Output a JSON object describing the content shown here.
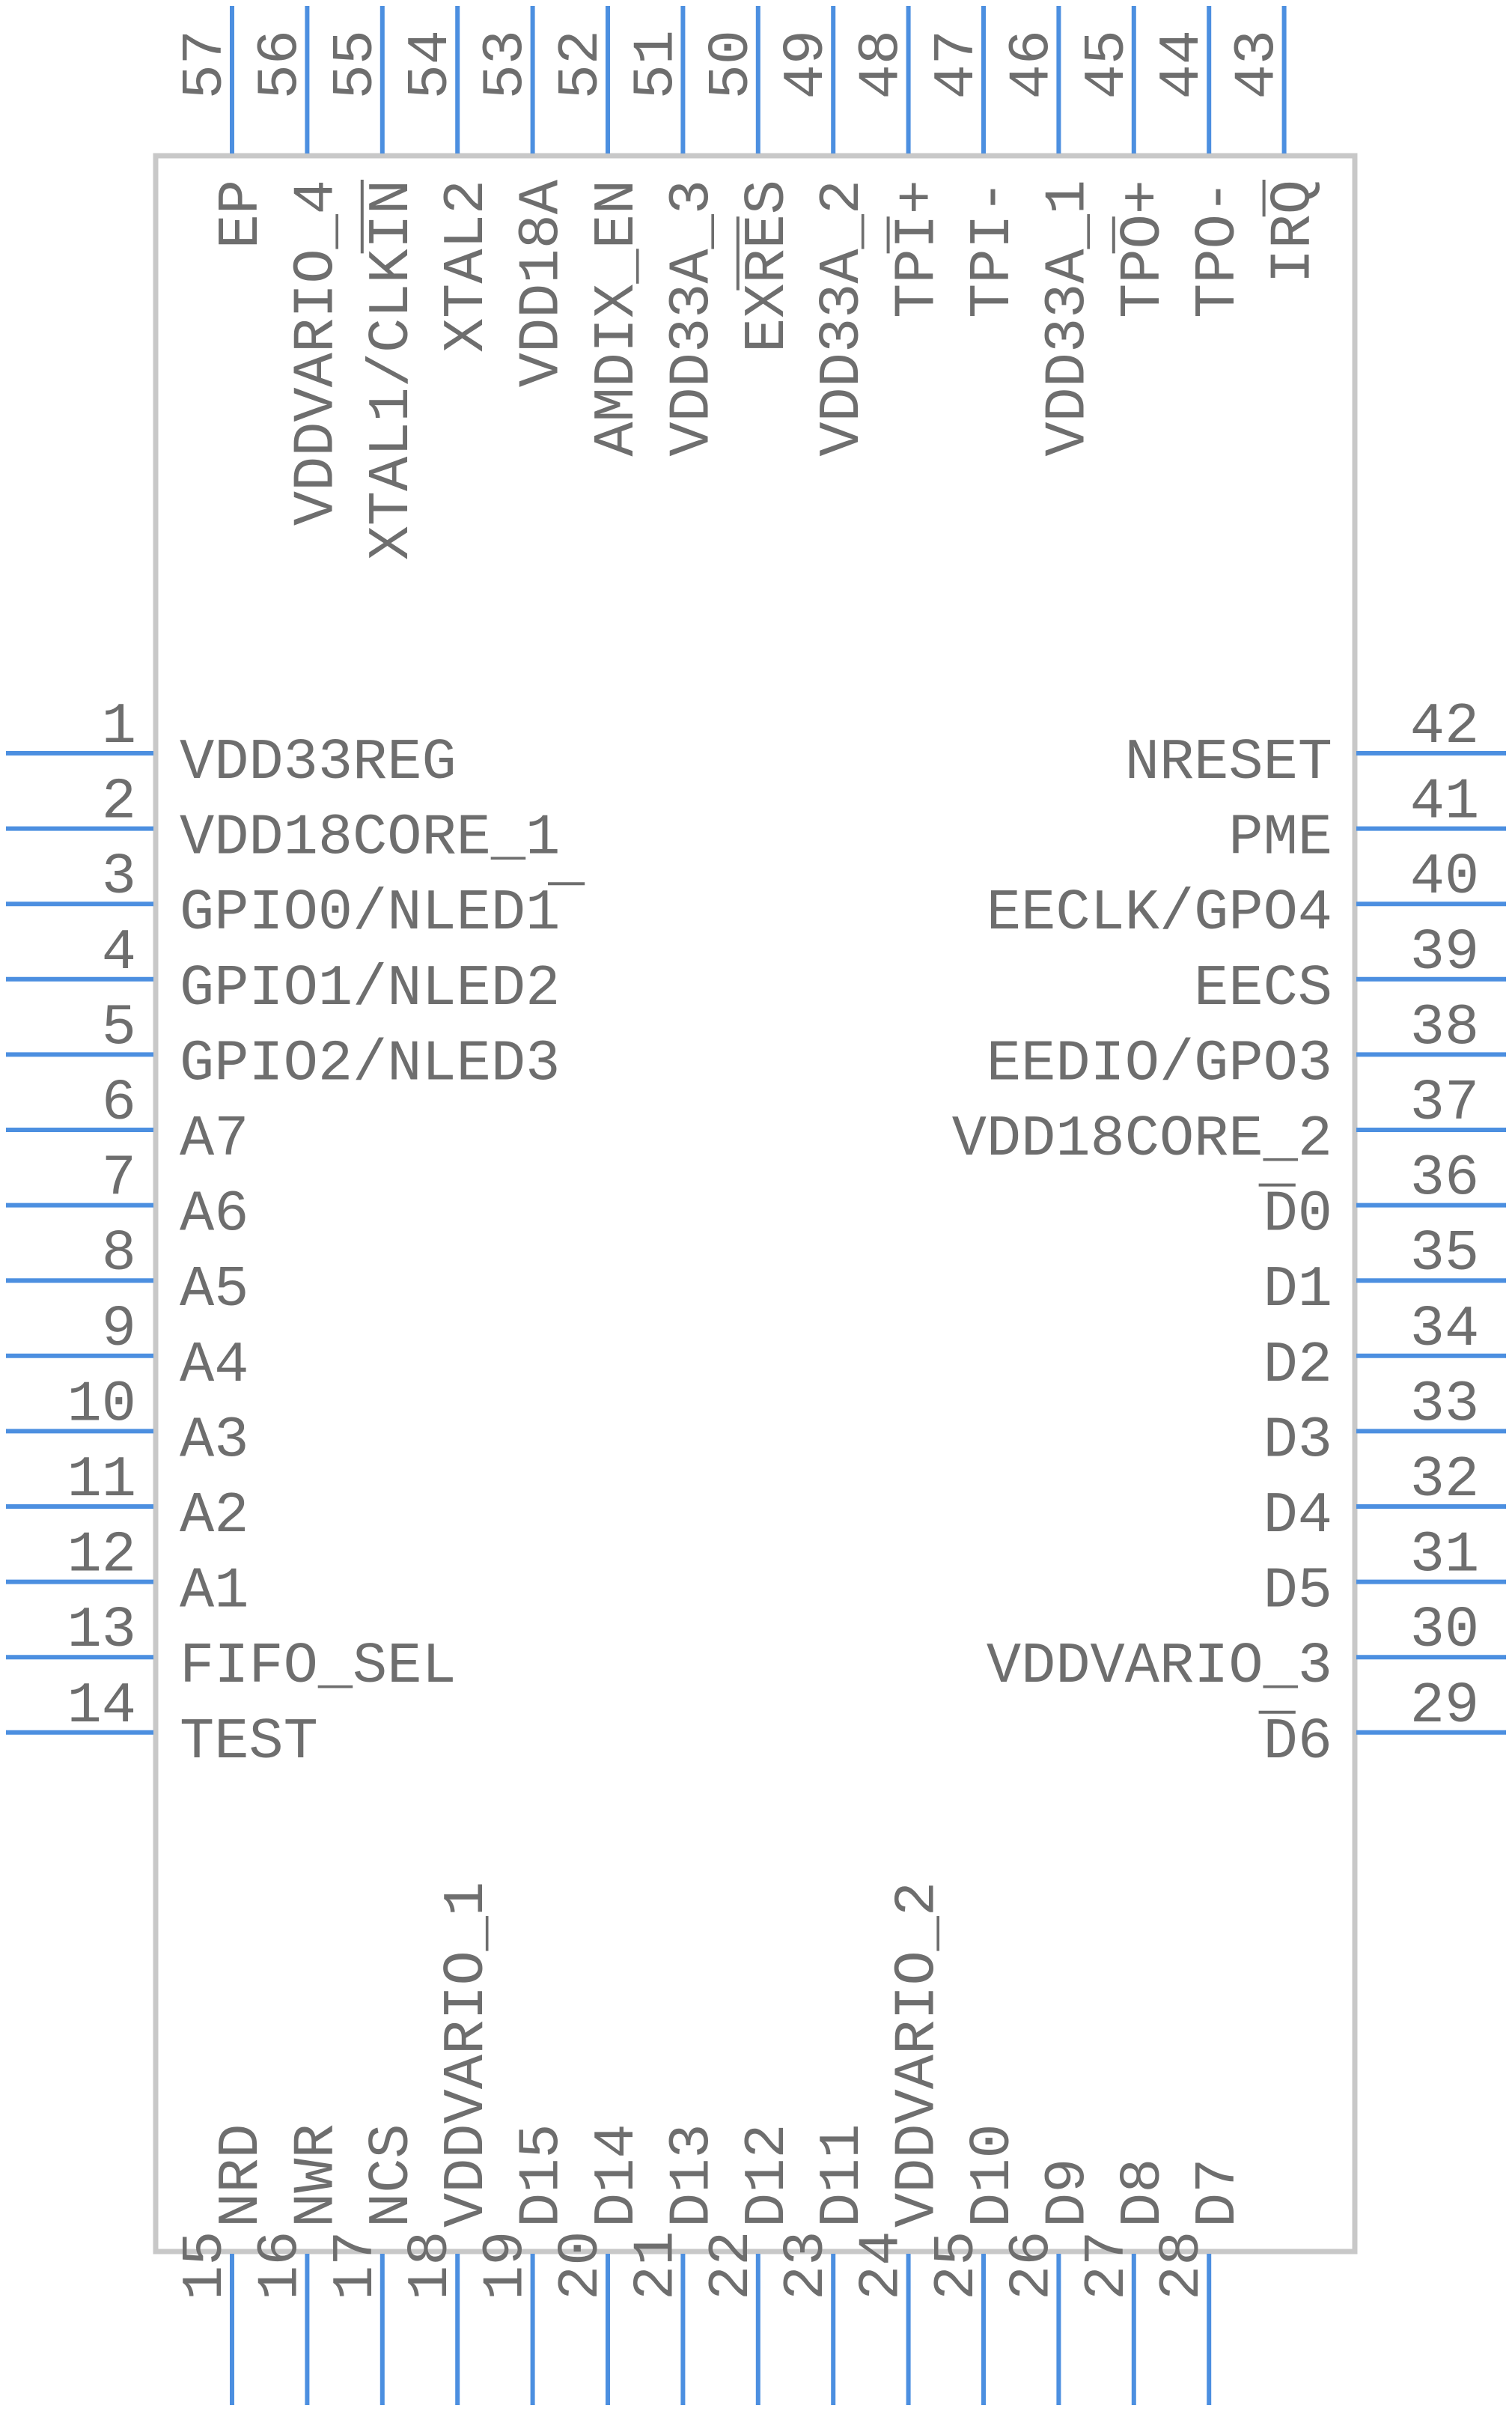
{
  "colors": {
    "pin": "#4c8fe0",
    "outline": "#c8c8c8",
    "text": "#6e6e6e"
  },
  "left_pins": [
    {
      "num": "1",
      "label": "VDD33REG"
    },
    {
      "num": "2",
      "label": "VDD18CORE_1"
    },
    {
      "num": "3",
      "label": "GPIO0/NLED1"
    },
    {
      "num": "4",
      "label": "GPIO1/NLED2"
    },
    {
      "num": "5",
      "label": "GPIO2/NLED3"
    },
    {
      "num": "6",
      "label": "A7"
    },
    {
      "num": "7",
      "label": "A6"
    },
    {
      "num": "8",
      "label": "A5"
    },
    {
      "num": "9",
      "label": "A4"
    },
    {
      "num": "10",
      "label": "A3"
    },
    {
      "num": "11",
      "label": "A2"
    },
    {
      "num": "12",
      "label": "A1"
    },
    {
      "num": "13",
      "label": "FIFO_SEL"
    },
    {
      "num": "14",
      "label": "TEST"
    }
  ],
  "right_pins": [
    {
      "num": "42",
      "label": "NRESET"
    },
    {
      "num": "41",
      "label": "PME"
    },
    {
      "num": "40",
      "label": "EECLK/GPO4"
    },
    {
      "num": "39",
      "label": "EECS"
    },
    {
      "num": "38",
      "label": "EEDIO/GPO3"
    },
    {
      "num": "37",
      "label": "VDD18CORE_2"
    },
    {
      "num": "36",
      "label": "D0"
    },
    {
      "num": "35",
      "label": "D1"
    },
    {
      "num": "34",
      "label": "D2"
    },
    {
      "num": "33",
      "label": "D3"
    },
    {
      "num": "32",
      "label": "D4"
    },
    {
      "num": "31",
      "label": "D5"
    },
    {
      "num": "30",
      "label": "VDDVARIO_3"
    },
    {
      "num": "29",
      "label": "D6"
    }
  ],
  "top_pins": [
    {
      "num": "57",
      "label": "EP"
    },
    {
      "num": "56",
      "label": "VDDVARIO_4"
    },
    {
      "num": "55",
      "label": "XTAL1/CLKIN"
    },
    {
      "num": "54",
      "label": "XTAL2"
    },
    {
      "num": "53",
      "label": "VDD18A"
    },
    {
      "num": "52",
      "label": "AMDIX_EN"
    },
    {
      "num": "51",
      "label": "VDD33A_3"
    },
    {
      "num": "50",
      "label": "EXRES"
    },
    {
      "num": "49",
      "label": "VDD33A_2"
    },
    {
      "num": "48",
      "label": "TPI+"
    },
    {
      "num": "47",
      "label": "TPI-"
    },
    {
      "num": "46",
      "label": "VDD33A_1"
    },
    {
      "num": "45",
      "label": "TPO+"
    },
    {
      "num": "44",
      "label": "TPO-"
    },
    {
      "num": "43",
      "label": "IRQ"
    }
  ],
  "bottom_pins": [
    {
      "num": "15",
      "label": "NRD"
    },
    {
      "num": "16",
      "label": "NWR"
    },
    {
      "num": "17",
      "label": "NCS"
    },
    {
      "num": "18",
      "label": "VDDVARIO_1"
    },
    {
      "num": "19",
      "label": "D15"
    },
    {
      "num": "20",
      "label": "D14"
    },
    {
      "num": "21",
      "label": "D13"
    },
    {
      "num": "22",
      "label": "D12"
    },
    {
      "num": "23",
      "label": "D11"
    },
    {
      "num": "24",
      "label": "VDDVARIO_2"
    },
    {
      "num": "25",
      "label": "D10"
    },
    {
      "num": "26",
      "label": "D9"
    },
    {
      "num": "27",
      "label": "D8"
    },
    {
      "num": "28",
      "label": "D7"
    }
  ]
}
